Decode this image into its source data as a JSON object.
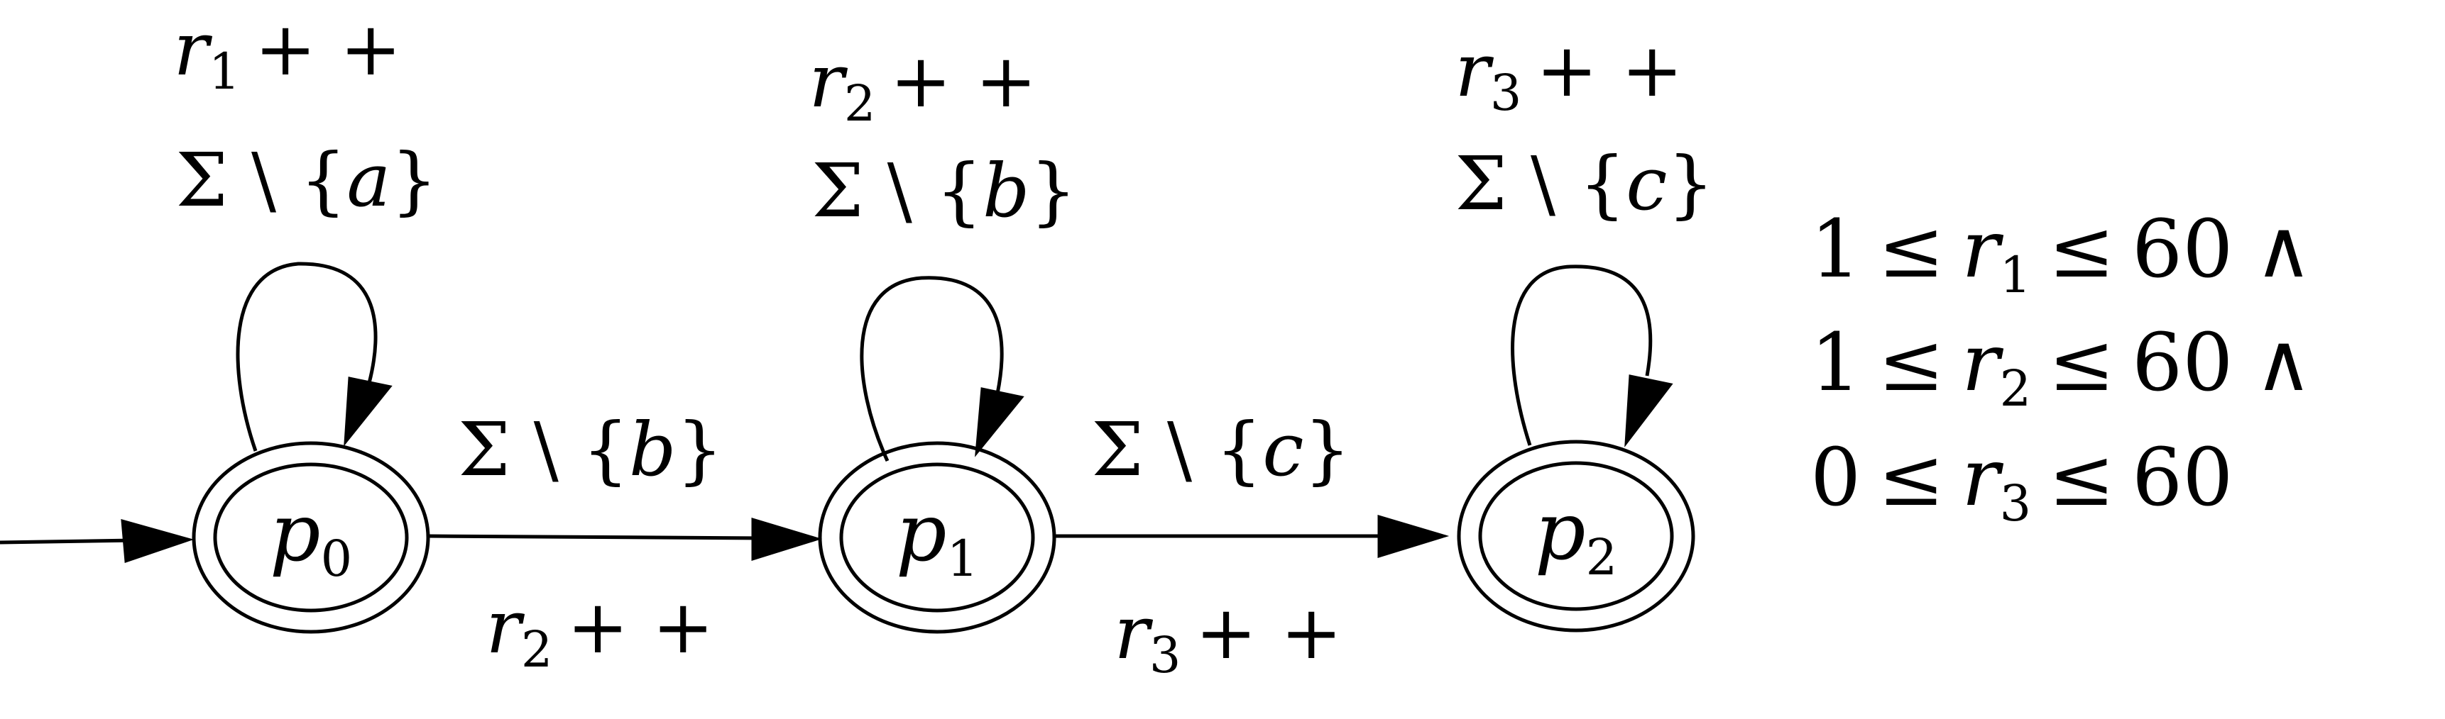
{
  "diagram": {
    "states": [
      {
        "name": "p",
        "index": "0"
      },
      {
        "name": "p",
        "index": "1"
      },
      {
        "name": "p",
        "index": "2"
      }
    ],
    "loops": [
      {
        "update_var": "r",
        "update_index": "1",
        "update_op": "+ +",
        "guard_prefix": "Σ \\ {",
        "guard_symbol": "a",
        "guard_suffix": "}"
      },
      {
        "update_var": "r",
        "update_index": "2",
        "update_op": "+ +",
        "guard_prefix": "Σ \\ {",
        "guard_symbol": "b",
        "guard_suffix": "}"
      },
      {
        "update_var": "r",
        "update_index": "3",
        "update_op": "+ +",
        "guard_prefix": "Σ \\ {",
        "guard_symbol": "c",
        "guard_suffix": "}"
      }
    ],
    "transitions": [
      {
        "from": "p0",
        "to": "p1",
        "guard_prefix": "Σ \\ {",
        "guard_symbol": "b",
        "guard_suffix": "}",
        "update_var": "r",
        "update_index": "2",
        "update_op": "+ +"
      },
      {
        "from": "p1",
        "to": "p2",
        "guard_prefix": "Σ \\ {",
        "guard_symbol": "c",
        "guard_suffix": "}",
        "update_var": "r",
        "update_index": "3",
        "update_op": "+ +"
      }
    ],
    "constraints": [
      {
        "lower": "1",
        "op1": "≤",
        "var": "r",
        "index": "1",
        "op2": "≤",
        "upper": "60",
        "conj": "∧"
      },
      {
        "lower": "1",
        "op1": "≤",
        "var": "r",
        "index": "2",
        "op2": "≤",
        "upper": "60",
        "conj": "∧"
      },
      {
        "lower": "0",
        "op1": "≤",
        "var": "r",
        "index": "3",
        "op2": "≤",
        "upper": "60",
        "conj": ""
      }
    ]
  }
}
